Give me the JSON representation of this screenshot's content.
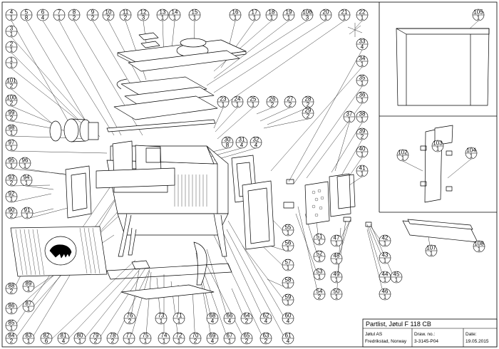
{
  "title_block": {
    "title": "Partlist, Jøtul F  118 CB",
    "company": "Jøtul AS",
    "location": "Fredrikstad, Norway",
    "draw_no_label": "Draw. no.:",
    "draw_no": "3-3145-P04",
    "date_label": "Date:",
    "date": "19.05.2015"
  },
  "callouts": [
    {
      "n": "4",
      "q": "1"
    },
    {
      "n": "5",
      "q": "8"
    },
    {
      "n": "6",
      "q": "4"
    },
    {
      "n": "7",
      "q": "1"
    },
    {
      "n": "8",
      "q": "2"
    },
    {
      "n": "9",
      "q": "2"
    },
    {
      "n": "10",
      "q": "2"
    },
    {
      "n": "11",
      "q": "2"
    },
    {
      "n": "12",
      "q": "3"
    },
    {
      "n": "13",
      "q": "1"
    },
    {
      "n": "14",
      "q": "1"
    },
    {
      "n": "15",
      "q": "1"
    },
    {
      "n": "16",
      "q": "1"
    },
    {
      "n": "17",
      "q": "1"
    },
    {
      "n": "18",
      "q": "1"
    },
    {
      "n": "19",
      "q": "1"
    },
    {
      "n": "106",
      "q": "3"
    },
    {
      "n": "20",
      "q": "1"
    },
    {
      "n": "21",
      "q": "1"
    },
    {
      "n": "22",
      "q": "1"
    },
    {
      "n": "3",
      "q": "1"
    },
    {
      "n": "2",
      "q": "1"
    },
    {
      "n": "1",
      "q": "1"
    },
    {
      "n": "101",
      "q": "2"
    },
    {
      "n": "100",
      "q": "2"
    },
    {
      "n": "99",
      "q": "2"
    },
    {
      "n": "98",
      "q": "1"
    },
    {
      "n": "97",
      "q": "1"
    },
    {
      "n": "95",
      "q": "1"
    },
    {
      "n": "96",
      "q": "1"
    },
    {
      "n": "93",
      "q": "2"
    },
    {
      "n": "94",
      "q": "1"
    },
    {
      "n": "92",
      "q": "1"
    },
    {
      "n": "90",
      "q": "2"
    },
    {
      "n": "91",
      "q": "1"
    },
    {
      "n": "88",
      "q": "2"
    },
    {
      "n": "89",
      "q": "1"
    },
    {
      "n": "86",
      "q": "1"
    },
    {
      "n": "87",
      "q": "1"
    },
    {
      "n": "85",
      "q": "1"
    },
    {
      "n": "84",
      "q": "2"
    },
    {
      "n": "83",
      "q": "1"
    },
    {
      "n": "82",
      "q": "6"
    },
    {
      "n": "81",
      "q": "4"
    },
    {
      "n": "80",
      "q": "1"
    },
    {
      "n": "79",
      "q": "2"
    },
    {
      "n": "78",
      "q": "2"
    },
    {
      "n": "77",
      "q": "1"
    },
    {
      "n": "75",
      "q": "1"
    },
    {
      "n": "74",
      "q": "1"
    },
    {
      "n": "72",
      "q": "1"
    },
    {
      "n": "70",
      "q": "2"
    },
    {
      "n": "69",
      "q": "4"
    },
    {
      "n": "67",
      "q": "1"
    },
    {
      "n": "65",
      "q": "2"
    },
    {
      "n": "63",
      "q": "2"
    },
    {
      "n": "61",
      "q": "4"
    },
    {
      "n": "76",
      "q": "2"
    },
    {
      "n": "73",
      "q": "1"
    },
    {
      "n": "71",
      "q": "1"
    },
    {
      "n": "68",
      "q": "4"
    },
    {
      "n": "66",
      "q": "4"
    },
    {
      "n": "64",
      "q": "2"
    },
    {
      "n": "62",
      "q": "4"
    },
    {
      "n": "60",
      "q": "4"
    },
    {
      "n": "59",
      "q": "1"
    },
    {
      "n": "58",
      "q": "1"
    },
    {
      "n": "57",
      "q": "1"
    },
    {
      "n": "56",
      "q": "1"
    },
    {
      "n": "55",
      "q": "1"
    },
    {
      "n": "54",
      "q": "2"
    },
    {
      "n": "53",
      "q": "1"
    },
    {
      "n": "52",
      "q": "1"
    },
    {
      "n": "51",
      "q": "1"
    },
    {
      "n": "50",
      "q": "1"
    },
    {
      "n": "49",
      "q": "1"
    },
    {
      "n": "48",
      "q": "1"
    },
    {
      "n": "47",
      "q": "1"
    },
    {
      "n": "46",
      "q": "1"
    },
    {
      "n": "44",
      "q": "1"
    },
    {
      "n": "45",
      "q": "1"
    },
    {
      "n": "43",
      "q": "1"
    },
    {
      "n": "42",
      "q": "1"
    },
    {
      "n": "41",
      "q": "1"
    },
    {
      "n": "40",
      "q": "1"
    },
    {
      "n": "39",
      "q": "2"
    },
    {
      "n": "37",
      "q": "1"
    },
    {
      "n": "38",
      "q": "1"
    },
    {
      "n": "36",
      "q": "1"
    },
    {
      "n": "35",
      "q": "1"
    },
    {
      "n": "34",
      "q": "1"
    },
    {
      "n": "33",
      "q": "4"
    },
    {
      "n": "23",
      "q": "1"
    },
    {
      "n": "24",
      "q": "1"
    },
    {
      "n": "25",
      "q": "1"
    },
    {
      "n": "26",
      "q": "2"
    },
    {
      "n": "27",
      "q": "2"
    },
    {
      "n": "28",
      "q": "2"
    },
    {
      "n": "29",
      "q": "2"
    },
    {
      "n": "30",
      "q": "8"
    },
    {
      "n": "31",
      "q": "4"
    },
    {
      "n": "32",
      "q": "4"
    },
    {
      "n": "105",
      "q": "1"
    },
    {
      "n": "103",
      "q": "1"
    },
    {
      "n": "102",
      "q": "1"
    },
    {
      "n": "104",
      "q": "1"
    },
    {
      "n": "107",
      "q": "1"
    },
    {
      "n": "108",
      "q": "1"
    }
  ]
}
